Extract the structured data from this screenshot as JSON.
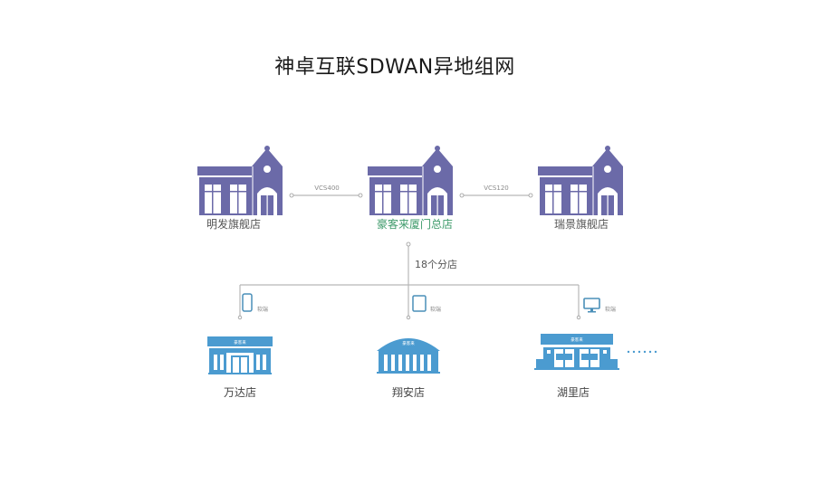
{
  "title": "神卓互联SDWAN异地组网",
  "colors": {
    "hq_purple": "#6b6aa8",
    "store_blue": "#4b9bd0",
    "line_gray": "#b8b8b8",
    "main_label_green": "#3d9a6a",
    "device_teal": "#4a8fb8"
  },
  "headquarters": [
    {
      "name": "明发旗舰店",
      "icon": "church-store-icon"
    },
    {
      "name": "豪客来厦门总店",
      "icon": "church-store-icon",
      "is_main": true
    },
    {
      "name": "瑞景旗舰店",
      "icon": "church-store-icon"
    }
  ],
  "links": [
    {
      "label": "VCS400"
    },
    {
      "label": "VCS120"
    }
  ],
  "branch_count_label": "18个分店",
  "branches": [
    {
      "name": "万达店",
      "device": "phone-icon",
      "device_label": "软端",
      "sign": "豪客来"
    },
    {
      "name": "翔安店",
      "device": "tablet-icon",
      "device_label": "软端",
      "sign": "豪客来"
    },
    {
      "name": "湖里店",
      "device": "monitor-icon",
      "device_label": "软端",
      "sign": "豪客来"
    }
  ],
  "more_indicator": "......"
}
